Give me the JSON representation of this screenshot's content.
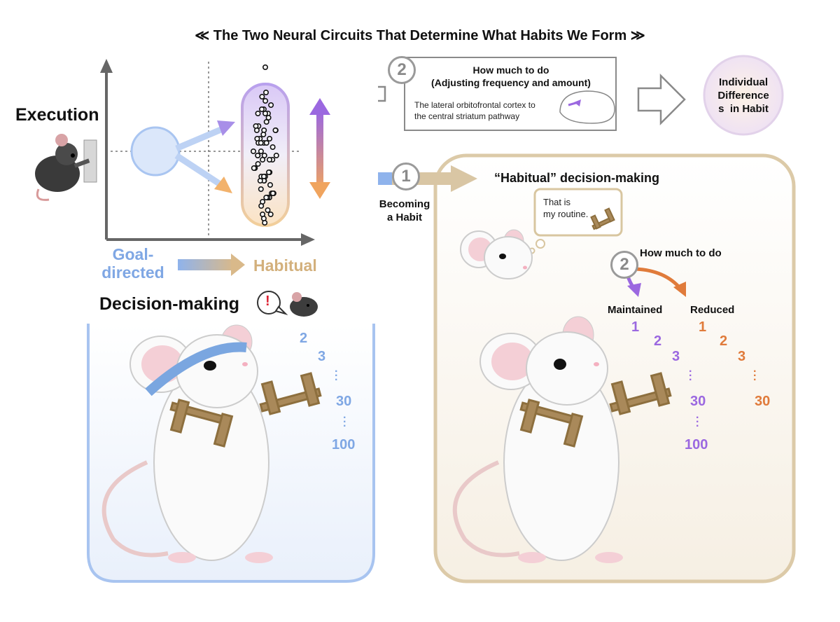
{
  "title": "≪ The Two Neural Circuits That Determine What Habits We Form ≫",
  "left_panel": {
    "execution_label": "Execution",
    "goal_directed_label": "Goal-\ndirected",
    "habitual_label": "Habitual",
    "decision_label": "Decision-making",
    "alert_glyph": "!",
    "counts": [
      "2",
      "3",
      "30",
      "100"
    ]
  },
  "circuit2": {
    "number": "2",
    "heading_line1": "How much to do",
    "heading_line2": "(Adjusting frequency and amount)",
    "pathway_line1": "The lateral orbitofrontal cortex to",
    "pathway_line2": "the central striatum pathway"
  },
  "individual": {
    "line1": "Individual",
    "line2": "Difference",
    "line3": "s  in Habit"
  },
  "circuit1": {
    "number": "1",
    "label_line1": "Becoming",
    "label_line2": "a Habit"
  },
  "right_panel": {
    "title": "“Habitual” decision-making",
    "bubble_line1": "That is",
    "bubble_line2": "my routine.",
    "num2": "2",
    "how_much": "How much to do",
    "maintained_label": "Maintained",
    "reduced_label": "Reduced",
    "maintained_counts": [
      "1",
      "2",
      "3",
      "30",
      "100"
    ],
    "reduced_counts": [
      "1",
      "2",
      "3",
      "30"
    ]
  },
  "colors": {
    "goal_blue": "#8fb3ec",
    "habit_tan": "#d3b98c",
    "maintained_purple": "#9b68e0",
    "reduced_orange": "#e07b3b"
  }
}
